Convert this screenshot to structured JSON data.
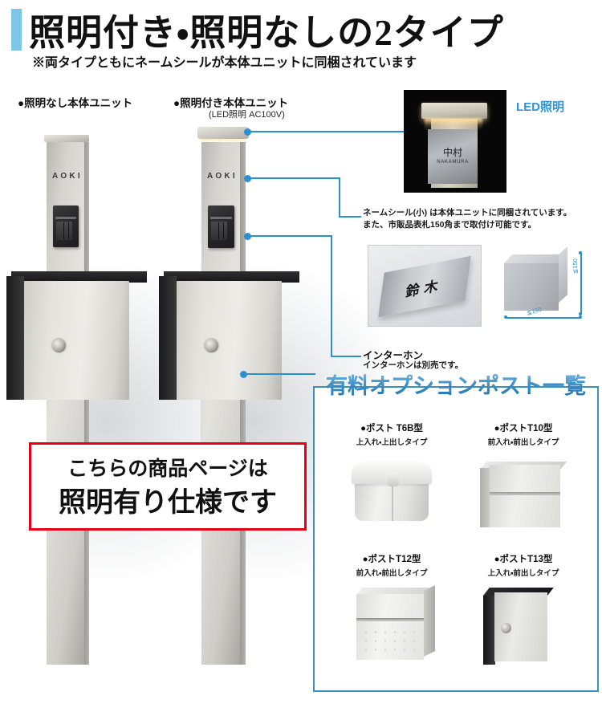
{
  "header": {
    "title": "照明付き・照明なしの2タイプ",
    "subtitle": "※両タイプともにネームシールが本体ユニットに同梱されています",
    "accent_bar_color": "#7cc6e8"
  },
  "units": {
    "no_light": {
      "caption": "●照明なし本体ユニット",
      "nameplate": "AOKI"
    },
    "with_light": {
      "caption": "●照明付き本体ユニット",
      "caption_sub": "(LED照明 AC100V)",
      "nameplate": "AOKI"
    }
  },
  "led_photo": {
    "label": "LED照明",
    "label_color": "#2b95d6",
    "plate_name_jp": "中村",
    "plate_name_en": "NAKAMURA"
  },
  "annotations": {
    "name_seal": "ネームシール(小) は本体ユニットに同梱されています。\nまた、市販品表札150角まで取付け可能です。",
    "name_seal_line1": "ネームシール(小) は本体ユニットに同梱されています。",
    "name_seal_line2": "また、市販品表札150角まで取付け可能です。",
    "intercom_title": "インターホン",
    "intercom_note": "インターホンは別売です。"
  },
  "nameplate_photo": {
    "name": "鈴木"
  },
  "dimension_diagram": {
    "height_label": "≦150",
    "width_label": "≦150"
  },
  "callout": {
    "line1": "こちらの商品ページは",
    "line2": "照明有り仕様です",
    "border_color": "#e2001a"
  },
  "options_panel": {
    "title": "有料オプションポスト一覧",
    "border_color": "#3d8fc4",
    "items": [
      {
        "name": "●ポスト T6B型",
        "type": "上入れ・上出しタイプ"
      },
      {
        "name": "●ポストT10型",
        "type": "前入れ・前出しタイプ"
      },
      {
        "name": "●ポストT12型",
        "type": "前入れ・前出しタイプ"
      },
      {
        "name": "●ポストT13型",
        "type": "上入れ・前出しタイプ"
      }
    ]
  }
}
